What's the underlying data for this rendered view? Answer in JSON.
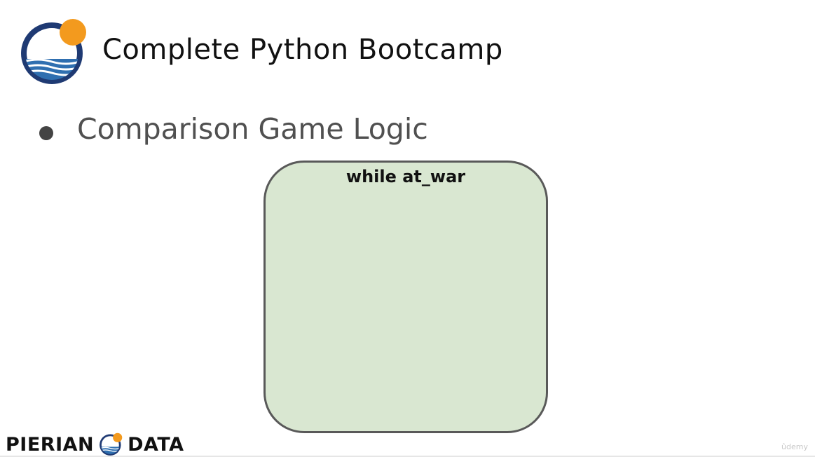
{
  "header": {
    "course_title": "Complete Python Bootcamp",
    "logo_icon": "sun-over-waves-logo-icon"
  },
  "content": {
    "bullet_text": "Comparison Game Logic",
    "loop_box": {
      "label": "while at_war",
      "fill_color": "#d9e7d1",
      "border_color": "#595959"
    }
  },
  "footer": {
    "brand_left": "PIERIAN",
    "brand_right": "DATA",
    "logo_icon": "sun-over-waves-logo-icon",
    "watermark": "ûdemy"
  },
  "colors": {
    "logo_ring": "#1f3a73",
    "logo_sun": "#f39a1e",
    "logo_waves": "#2f6fb0"
  }
}
